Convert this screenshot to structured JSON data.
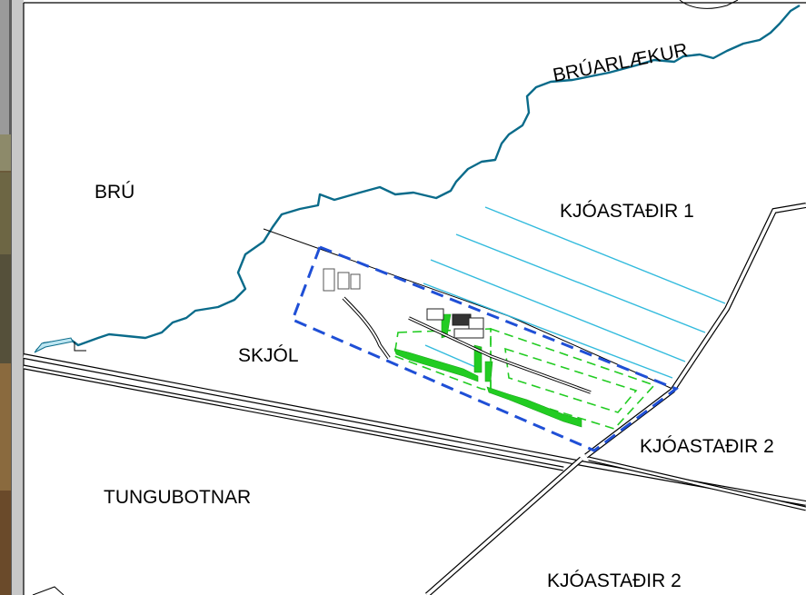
{
  "labels": {
    "bru": "BRÚ",
    "bruarlaekur": "BRÚARLÆKUR",
    "kjoastadir1": "KJÓASTAÐIR 1",
    "skjol": "SKJÓL",
    "kjoastadir2_east": "KJÓASTAÐIR 2",
    "tungubotnar": "TUNGUBOTNAR",
    "kjoastadir2_south": "KJÓASTAÐIR 2"
  },
  "colors": {
    "stream": "#0a6b8a",
    "stream_fill": "#7fd0e8",
    "plan_boundary": "#1f4fd6",
    "vegetation": "#22cc22",
    "drainage": "#33bbdd",
    "road": "#000000",
    "photo_strip": "#5a5444"
  }
}
